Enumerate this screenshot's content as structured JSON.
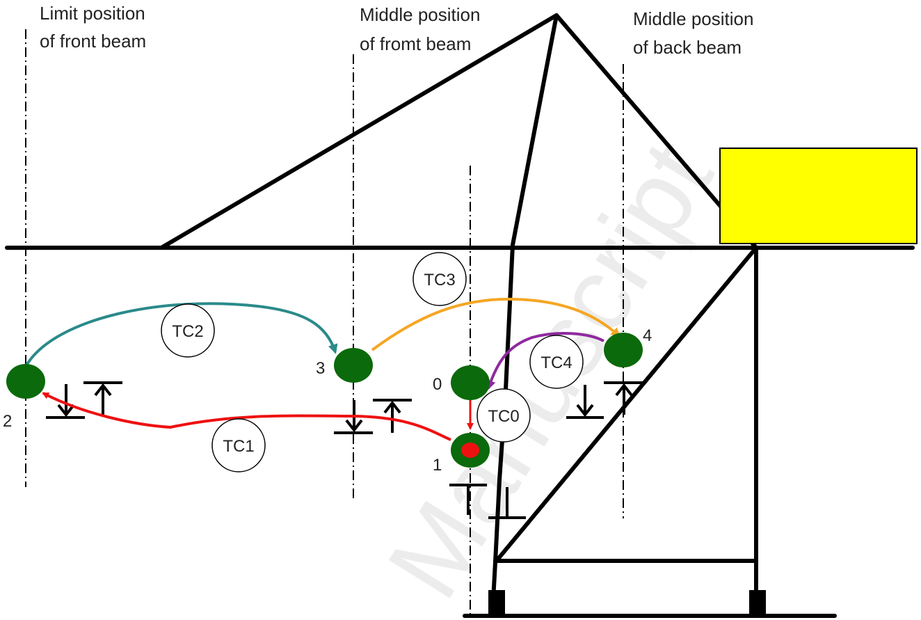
{
  "labels": {
    "front_limit_line1": "Limit position",
    "front_limit_line2": "of front beam",
    "front_middle_line1": "Middle position",
    "front_middle_line2": "of fromt beam",
    "back_middle_line1": "Middle position",
    "back_middle_line2": "of back beam"
  },
  "watermark": "Manuscript",
  "positions": [
    {
      "id": "0",
      "label": "0"
    },
    {
      "id": "1",
      "label": "1"
    },
    {
      "id": "2",
      "label": "2"
    },
    {
      "id": "3",
      "label": "3"
    },
    {
      "id": "4",
      "label": "4"
    }
  ],
  "transitions": [
    {
      "id": "TC0",
      "label": "TC0",
      "from": "0",
      "to": "1",
      "color": "#ee1111"
    },
    {
      "id": "TC1",
      "label": "TC1",
      "from": "1",
      "to": "2",
      "color": "#ee1111"
    },
    {
      "id": "TC2",
      "label": "TC2",
      "from": "2",
      "to": "3",
      "color": "#2b8a8a"
    },
    {
      "id": "TC3",
      "label": "TC3",
      "from": "3",
      "to": "4",
      "color": "#f5a623"
    },
    {
      "id": "TC4",
      "label": "TC4",
      "from": "4",
      "to": "0",
      "color": "#8e2a9e"
    }
  ],
  "colors": {
    "node_fill": "#0b6a0b",
    "target_fill": "#ee1111",
    "box_fill": "#ffff00",
    "structure": "#000000"
  }
}
